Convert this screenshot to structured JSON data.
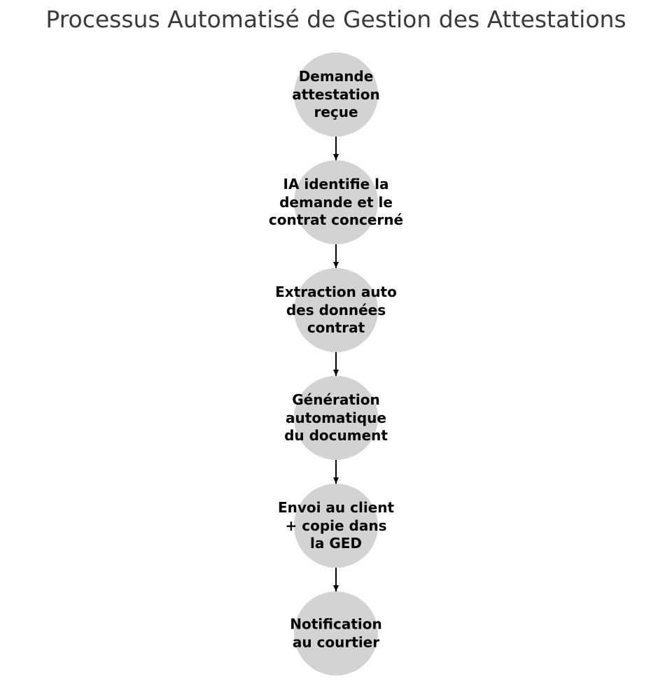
{
  "title": "Processus Automatisé de Gestion des Attestations",
  "colors": {
    "node_fill": "#d3d3d3",
    "arrow": "#000000",
    "title_text": "#3a3a3a",
    "node_text": "#000000"
  },
  "steps": [
    {
      "lines": [
        "Demande",
        "attestation",
        "reçue"
      ]
    },
    {
      "lines": [
        "IA identifie la",
        "demande et le",
        "contrat concerné"
      ]
    },
    {
      "lines": [
        "Extraction auto",
        "des données",
        "contrat"
      ]
    },
    {
      "lines": [
        "Génération",
        "automatique",
        "du document"
      ]
    },
    {
      "lines": [
        "Envoi au client",
        "+ copie dans",
        "la GED"
      ]
    },
    {
      "lines": [
        "Notification",
        "au courtier"
      ]
    }
  ]
}
